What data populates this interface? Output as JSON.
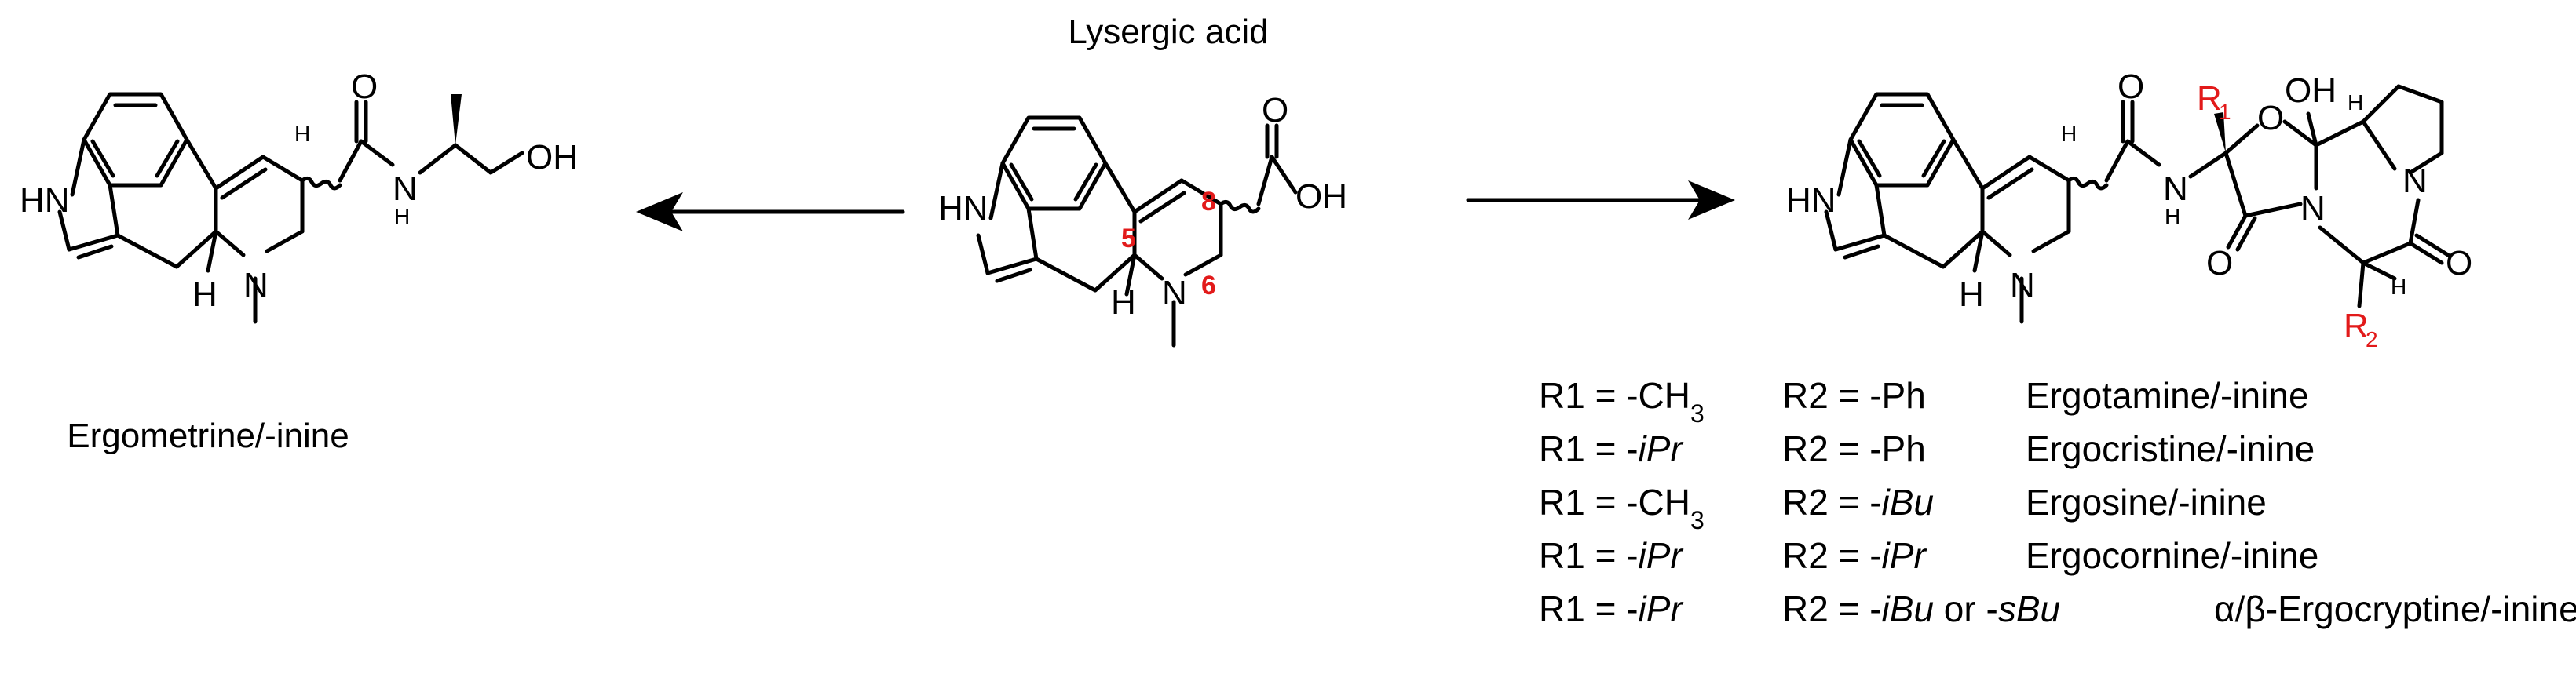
{
  "center": {
    "title": "Lysergic acid",
    "labels": {
      "nh": "HN",
      "h": "H",
      "n": "N",
      "o": "O",
      "oh": "OH",
      "pos5": "5",
      "pos8": "8",
      "pos6": "6"
    }
  },
  "left": {
    "caption": "Ergometrine/-inine",
    "labels": {
      "nh": "HN",
      "h": "H",
      "n": "N",
      "o": "O",
      "amide_nh": "N",
      "amide_h": "H",
      "oh": "OH"
    }
  },
  "right": {
    "labels": {
      "nh": "HN",
      "h": "H",
      "n": "N",
      "o": "O",
      "amide_nh": "N",
      "amide_h": "H",
      "oh": "OH",
      "o_ring": "O",
      "n_ring": "N",
      "r1": "R",
      "r1_sub": "1",
      "r2": "R",
      "r2_sub": "2"
    }
  },
  "table": {
    "rows": [
      {
        "r1_prefix": "R1 = -CH",
        "r1_sub": "3",
        "r1_italic": "",
        "r2_prefix": "R2 = -Ph",
        "r2_italic": "",
        "r2_mid": "",
        "r2_italic2": "",
        "name_prefix": "",
        "name": "Ergotamine/-inine"
      },
      {
        "r1_prefix": "R1 = -",
        "r1_sub": "",
        "r1_italic": "iPr",
        "r2_prefix": "R2 = -Ph",
        "r2_italic": "",
        "r2_mid": "",
        "r2_italic2": "",
        "name_prefix": "",
        "name": "Ergocristine/-inine"
      },
      {
        "r1_prefix": "R1 = -CH",
        "r1_sub": "3",
        "r1_italic": "",
        "r2_prefix": "R2 = -",
        "r2_italic": "iBu",
        "r2_mid": "",
        "r2_italic2": "",
        "name_prefix": "",
        "name": "Ergosine/-inine"
      },
      {
        "r1_prefix": "R1 = -",
        "r1_sub": "",
        "r1_italic": "iPr",
        "r2_prefix": "R2 = -",
        "r2_italic": "iPr",
        "r2_mid": "",
        "r2_italic2": "",
        "name_prefix": "",
        "name": "Ergocornine/-inine"
      },
      {
        "r1_prefix": "R1 = -",
        "r1_sub": "",
        "r1_italic": "iPr",
        "r2_prefix": "R2 = -",
        "r2_italic": "iBu",
        "r2_mid": " or -",
        "r2_italic2": "sBu",
        "name_prefix": "α/β",
        "name": "-Ergocryptine/-inine"
      }
    ]
  }
}
